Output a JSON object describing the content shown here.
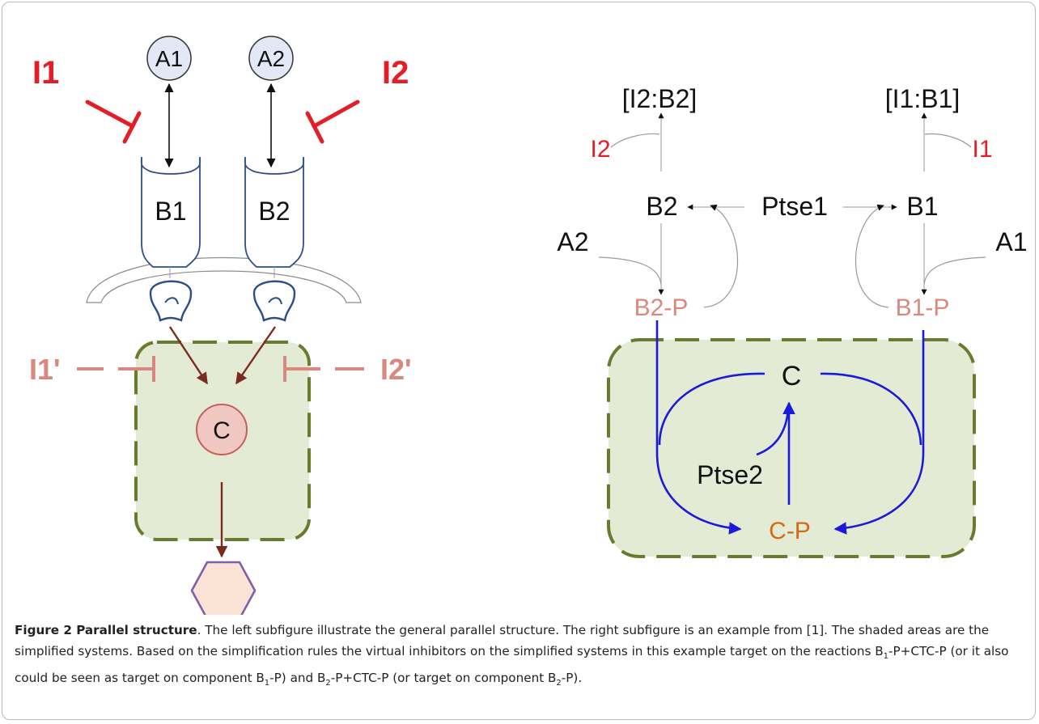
{
  "left_diagram": {
    "node_A1": "A1",
    "node_A2": "A2",
    "inhibitor_I1": "I1",
    "inhibitor_I2": "I2",
    "receptor_B1": "B1",
    "receptor_B2": "B2",
    "inhibitor_I1_prime": "I1'",
    "inhibitor_I2_prime": "I2'",
    "node_C": "C"
  },
  "right_diagram": {
    "complex_I2_B2": "[I2:B2]",
    "complex_I1_B1": "[I1:B1]",
    "inhibitor_I2": "I2",
    "inhibitor_I1": "I1",
    "node_B2": "B2",
    "node_B1": "B1",
    "phosphatase_1": "Ptse1",
    "node_A2": "A2",
    "node_A1": "A1",
    "node_B2P": "B2-P",
    "node_B1P": "B1-P",
    "node_C": "C",
    "phosphatase_2": "Ptse2",
    "node_CP": "C-P"
  },
  "caption": {
    "title": "Figure 2 Parallel structure",
    "text1": ". The left subfigure illustrate the general parallel structure. The right subfigure is an example from [1]. The shaded areas are the simplified systems. Based on the simplification rules the virtual inhibitors on the simplified systems in this example target on the reactions B",
    "sub1": "1",
    "text2": "-P+CTC-P (or it also could be seen as target on component B",
    "sub2": "1",
    "text3": "-P) and B",
    "sub3": "2",
    "text4": "-P+CTC-P (or target on component B",
    "sub4": "2",
    "text5": "-P)."
  },
  "colors": {
    "inhibitor_red": "#e41e26",
    "inhibitor_pink": "#d98880",
    "shade_fill": "#e4ebd4",
    "shade_border": "#6b7a2e",
    "blue_arrow": "#1a1adb",
    "arrow_brown": "#7a2a1e",
    "cp_orange": "#d46a12"
  }
}
